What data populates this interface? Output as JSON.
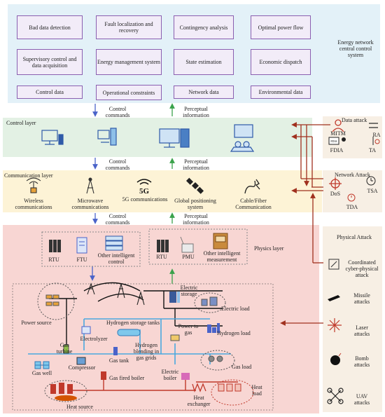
{
  "central": {
    "title": "Energy network central control system",
    "row1": [
      "Bad data detection",
      "Fault localization and recovery",
      "Contingency analysis",
      "Optimal power flow"
    ],
    "row2": [
      "Supervisory control and data acquisition",
      "Energy management system",
      "State estimation",
      "Economic dispatch"
    ],
    "row3": [
      "Control data",
      "Operational constraints",
      "Network data",
      "Environmental data"
    ]
  },
  "flows": {
    "control_commands": "Control commands",
    "perceptual_information": "Perceptual information"
  },
  "control_layer": {
    "title": "Control layer"
  },
  "communication_layer": {
    "title": "Communication layer",
    "items": [
      "Wireless communications",
      "Microwave communications",
      "5G communications",
      "Global positioning system",
      "Cable/Fiber Communication"
    ],
    "fiveg_icon": "5G"
  },
  "physics_layer": {
    "title": "Physics layer",
    "control_devices": [
      "RTU",
      "FTU",
      "Other intelligent control"
    ],
    "measure_devices": [
      "RTU",
      "PMU",
      "Other intelligent measurement"
    ],
    "components": {
      "power_source": "Power source",
      "hydrogen_storage_tanks": "Hydrogen storage tanks",
      "electric_storage": "Electric storage",
      "electric_load": "Electric load",
      "hydrogen_load": "Hydrogen load",
      "electrolyzer": "Electrolyzer",
      "gas_turbine": "Gas turbine",
      "hydrogen_blending": "Hydrogen blending in gas grids",
      "power_to_gas": "Power to gas",
      "gas_load": "Gas load",
      "compressor": "Compressor",
      "gas_tank": "Gas tank",
      "gas_well": "Gas well",
      "gas_fired_boiler": "Gas fired boiler",
      "electric_boiler": "Electric boiler",
      "heat_load": "Heat load",
      "heat_exchanger": "Heat exchanger",
      "heat_source": "Heat source"
    }
  },
  "data_attack": {
    "title": "Data attack",
    "items": [
      "MITM",
      "RA",
      "FDIA",
      "TA"
    ],
    "fdia_icon": "FDIA"
  },
  "network_attack": {
    "title": "Network Attack",
    "items": [
      "DoS",
      "TSA",
      "TDA"
    ]
  },
  "physical_attack": {
    "title": "Physical Attack",
    "items": [
      "Coordinated cyber-physical attack",
      "Missile attacks",
      "Laser attacks",
      "Bomb attacks",
      "UAV attacks"
    ]
  },
  "colors": {
    "central_bg": "#e3f1f8",
    "control_bg": "#e3f1e4",
    "comm_bg": "#fdf3d6",
    "physics_bg": "#f8d6d3",
    "attack_bg": "#f7efe4",
    "box_border": "#8a5fb0",
    "arrow_blue": "#4a63c9",
    "arrow_green": "#3aa24b",
    "arrow_red": "#a0301e"
  }
}
